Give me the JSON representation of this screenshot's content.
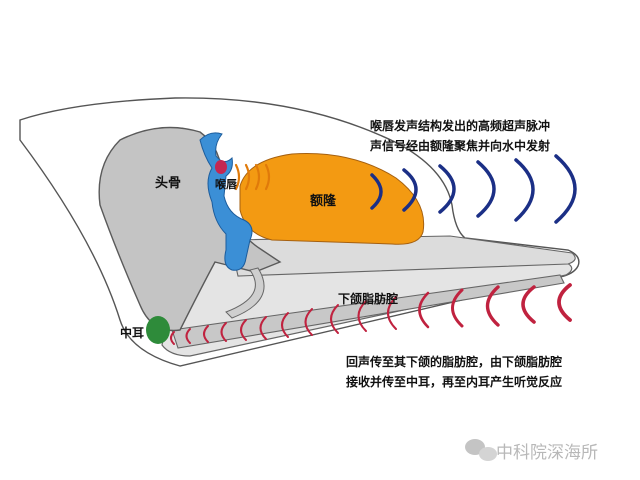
{
  "labels": {
    "skull": "头骨",
    "lips": "喉唇",
    "melon": "额隆",
    "jaw_fat": "下颌脂肪腔",
    "middle_ear": "中耳"
  },
  "notes": {
    "emit_line1": "喉唇发声结构发出的高频超声脉冲",
    "emit_line2": "声信号经由额隆聚焦并向水中发射",
    "receive_line1": "回声传至其下颌的脂肪腔，由下颌脂肪腔",
    "receive_line2": "接收并传至中耳，再至内耳产生听觉反应"
  },
  "watermark": {
    "text": "中科院深海所",
    "icon": "wechat-icon"
  },
  "colors": {
    "head_fill": "#d9d9d9",
    "skull_fill": "#c2c2c2",
    "melon": "#f39a12",
    "air_passage": "#3b8fd6",
    "lips": "#c42752",
    "outgoing_waves": "#1b2f86",
    "incoming_waves": "#c0223f",
    "middle_ear": "#2e8b3a"
  }
}
